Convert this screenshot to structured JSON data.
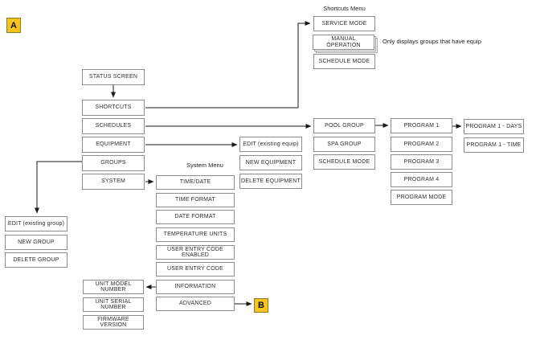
{
  "titles": {
    "shortcuts_menu": "Shortcuts Menu",
    "system_menu": "System Menu"
  },
  "annotations": {
    "equip_note": "Only displays groups that have equip"
  },
  "markers": {
    "a": "A",
    "b": "B"
  },
  "nodes": {
    "status_screen": "STATUS SCREEN",
    "shortcuts": "SHORTCUTS",
    "schedules": "SCHEDULES",
    "equipment": "EQUIPMENT",
    "groups": "GROUPS",
    "system": "SYSTEM",
    "service_mode": "SERVICE MODE",
    "manual_operation": "MANUAL OPERATION",
    "schedule_mode_shortcuts": "SCHEDULE MODE",
    "pool_group": "POOL GROUP",
    "spa_group": "SPA GROUP",
    "schedule_mode_schedules": "SCHEDULE MODE",
    "program_1": "PROGRAM 1",
    "program_2": "PROGRAM 2",
    "program_3": "PROGRAM 3",
    "program_4": "PROGRAM 4",
    "program_mode": "PROGRAM MODE",
    "program_1_days": "PROGRAM 1 - DAYS",
    "program_1_time": "PROGRAM 1 - TIME",
    "edit_existing_equip": "EDIT (existing equip)",
    "new_equipment": "NEW EQUIPMENT",
    "delete_equipment": "DELETE EQUIPMENT",
    "edit_existing_group": "EDIT (existing group)",
    "new_group": "NEW GROUP",
    "delete_group": "DELETE GROUP",
    "time_date": "TIME/DATE",
    "time_format": "TIME FORMAT",
    "date_format": "DATE FORMAT",
    "temperature_units": "TEMPERATURE UNITS",
    "user_entry_code_enabled": "USER ENTRY CODE ENABLED",
    "user_entry_code": "USER ENTRY CODE",
    "information": "INFORMATION",
    "advanced": "ADVANCED",
    "unit_model_number": "UNIT MODEL NUMBER",
    "unit_serial_number": "UNIT SERIAL NUMBER",
    "firmware_version": "FIRMWARE VERSION"
  },
  "colors": {
    "marker_fill": "#f5c41e",
    "marker_border": "#8a7a20",
    "box_border": "#8c8c8c",
    "connector": "#1a1a1a",
    "background": "#ffffff"
  }
}
